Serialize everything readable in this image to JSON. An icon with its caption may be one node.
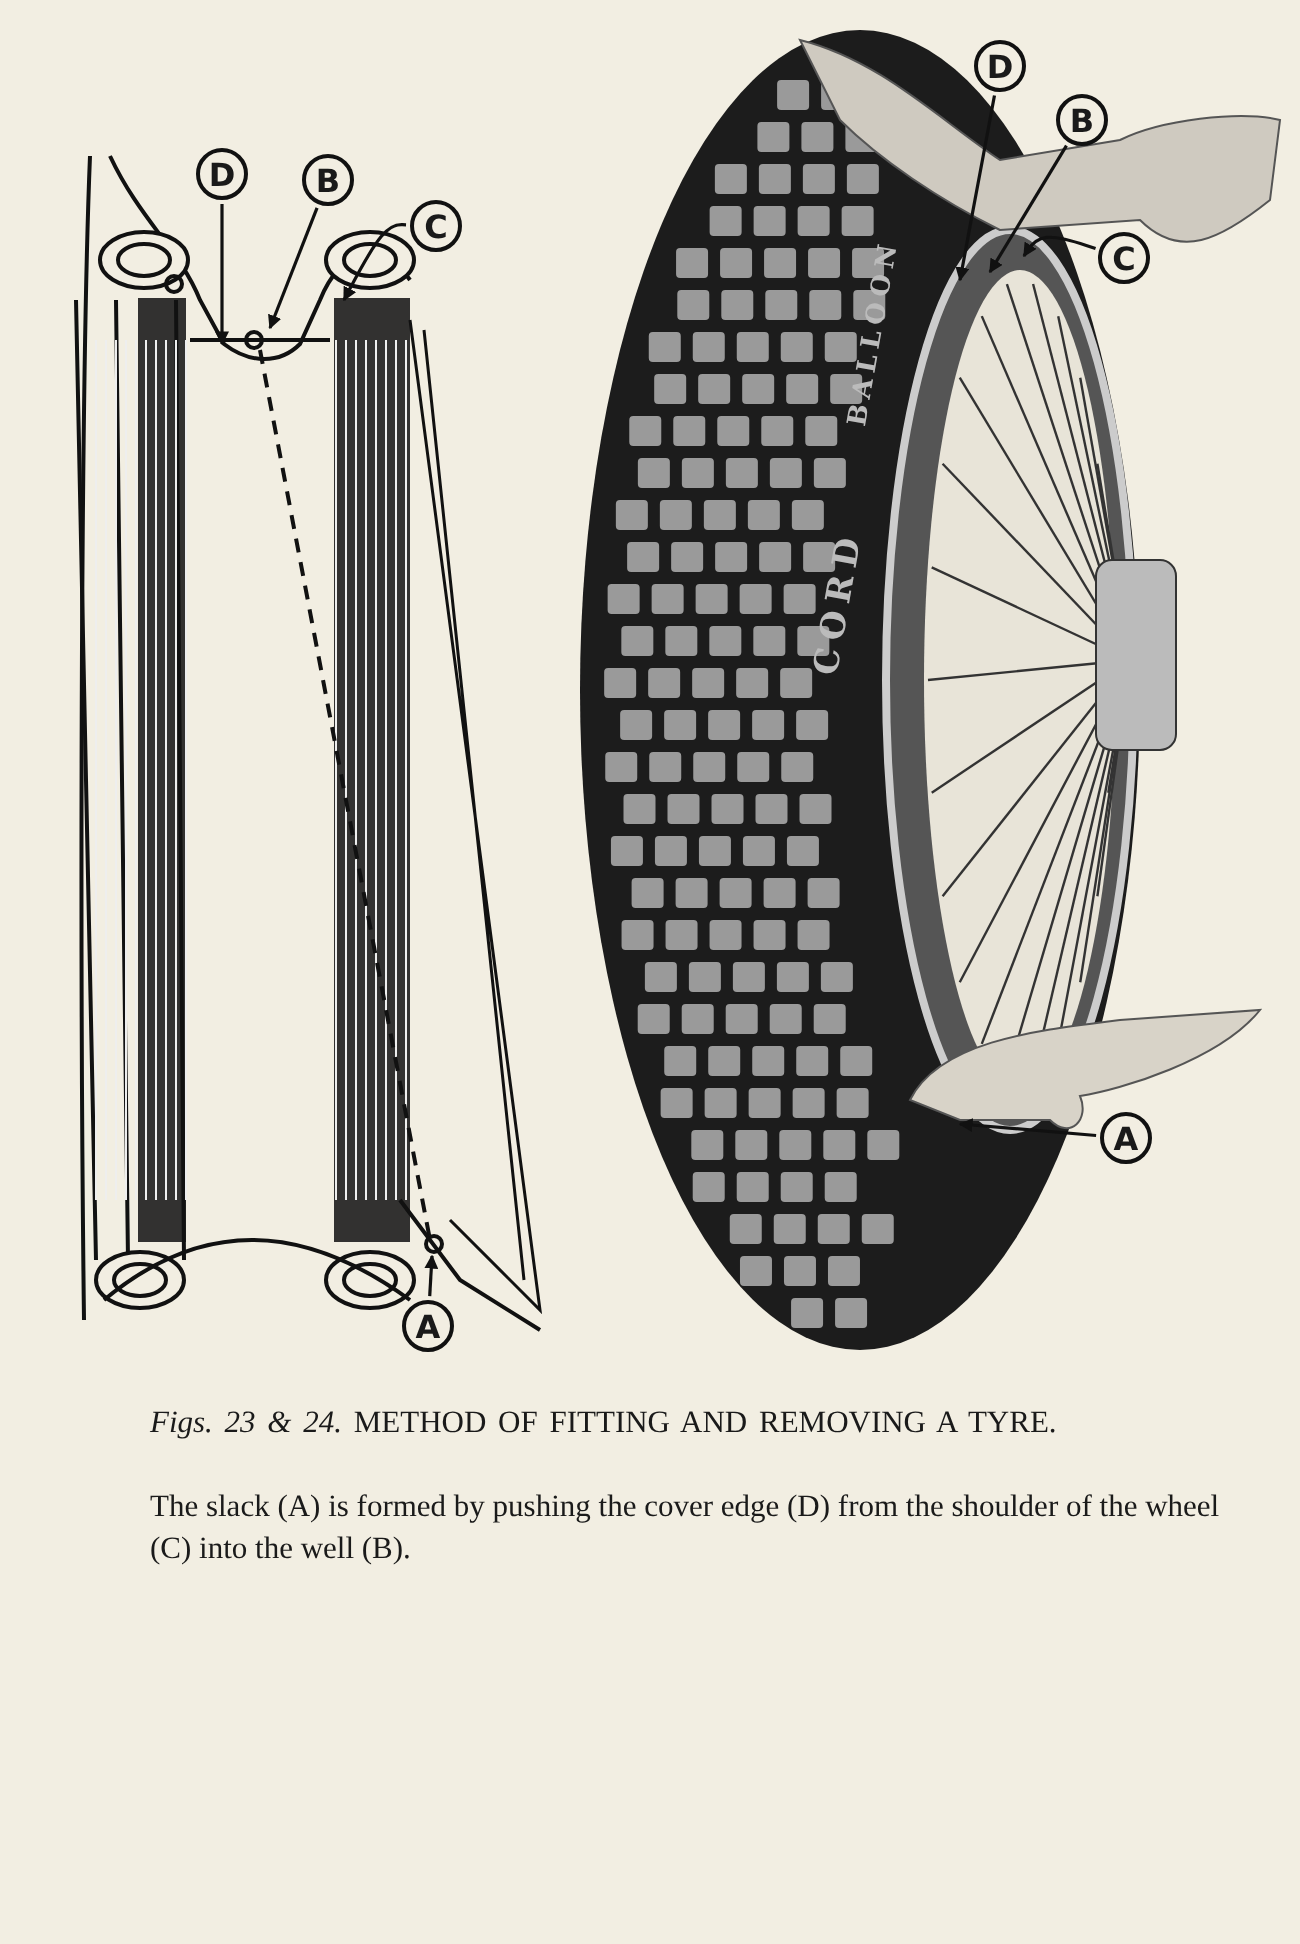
{
  "diagram": {
    "caption": "*Figs. 23 & 24.*  METHOD OF FITTING AND REMOVING A TYRE.",
    "nodes": [
      {
        "text": [
          "D"
        ]
      },
      {
        "text": [
          "B"
        ]
      },
      {
        "text": [
          "C"
        ]
      },
      {
        "text": [
          "A"
        ]
      },
      {
        "text": [
          "D"
        ]
      },
      {
        "text": [
          "B"
        ]
      },
      {
        "text": [
          "C"
        ]
      },
      {
        "text": [
          "A"
        ]
      }
    ],
    "edges": [
      {
        "from": 0,
        "to": null,
        "arrow": "to"
      },
      {
        "from": 1,
        "to": null,
        "arrow": "to"
      },
      {
        "from": 2,
        "to": null,
        "arrow": "to"
      },
      {
        "from": 3,
        "to": null,
        "arrow": "to"
      },
      {
        "from": 4,
        "to": null,
        "arrow": "to"
      },
      {
        "from": 5,
        "to": null,
        "arrow": "to"
      },
      {
        "from": 6,
        "to": null,
        "arrow": "to"
      },
      {
        "from": 7,
        "to": null,
        "arrow": "to"
      }
    ],
    "labels": [
      "BALLOON",
      "CORD",
      "The slack (A) is formed by pushing the cover edge (D) from the shoulder of the wheel (C) into the well (B)."
    ]
  }
}
